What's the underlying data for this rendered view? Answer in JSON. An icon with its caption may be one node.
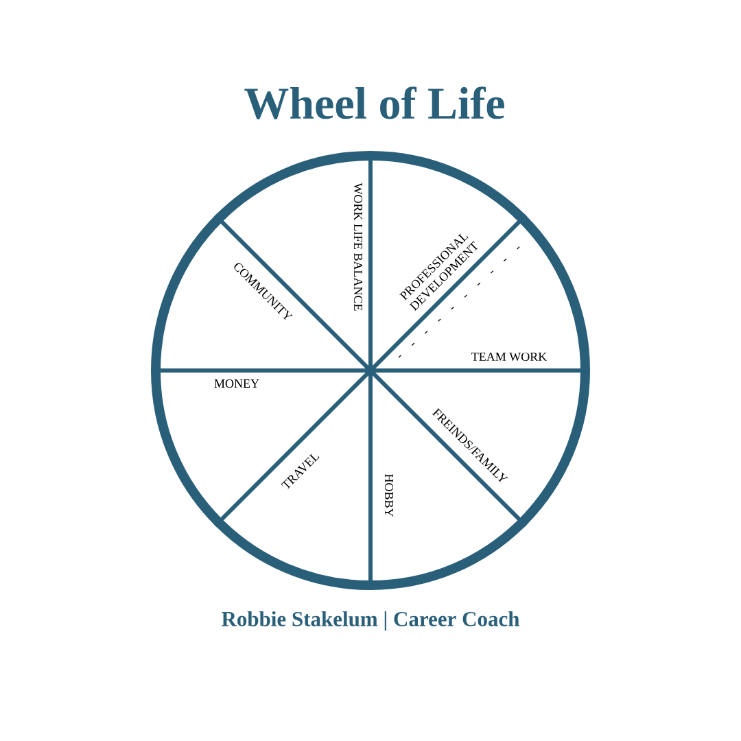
{
  "diagram": {
    "title": "Wheel of Life",
    "caption": "Robbie Stakelum | Career Coach",
    "labels": [
      "WORK LIFE BALANCE",
      "PROFESSIONAL DEVELOPMENT",
      "COMMUNITY",
      "TEAM WORK",
      "MONEY",
      "FREINDS/FAMILY",
      "TRAVEL",
      "HOBBY"
    ]
  }
}
